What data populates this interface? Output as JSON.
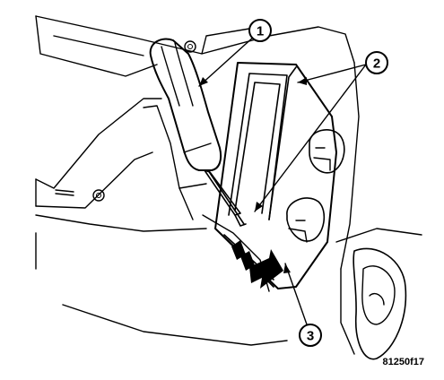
{
  "figure": {
    "id_label": "81250f17"
  },
  "callouts": [
    {
      "label": "1"
    },
    {
      "label": "2"
    },
    {
      "label": "3"
    }
  ],
  "colors": {
    "line": "#000000",
    "background": "#ffffff",
    "arrow_fill": "#000000"
  }
}
